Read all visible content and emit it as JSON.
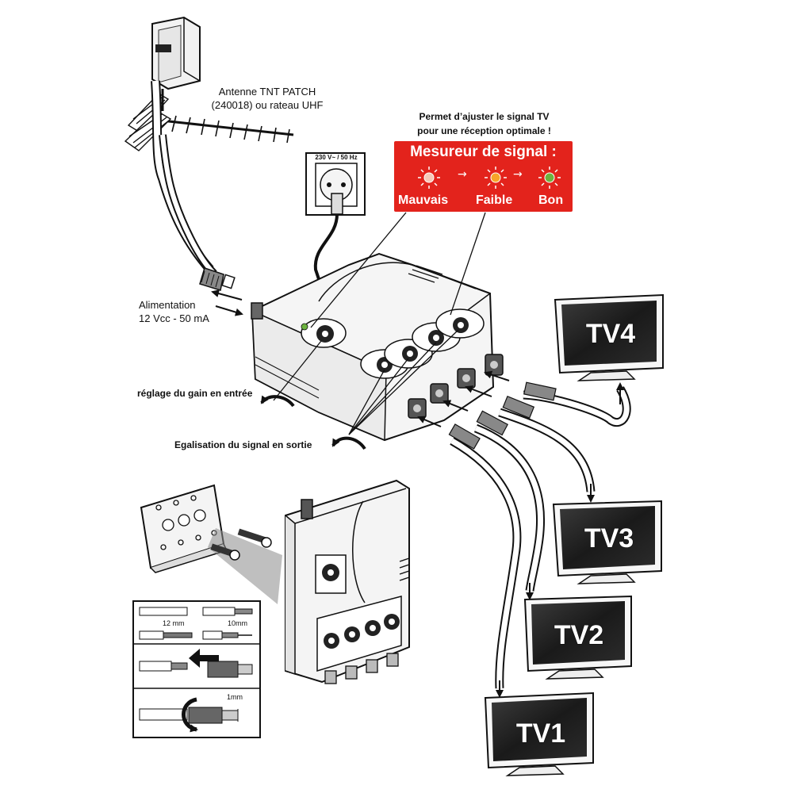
{
  "labels": {
    "antenna_line1": "Antenne TNT PATCH",
    "antenna_line2": "(240018) ou rateau UHF",
    "power_socket": "230 V~ / 50 Hz",
    "alimentation_line1": "Alimentation",
    "alimentation_line2": "12 Vcc - 50 mA",
    "gain": "réglage du gain en entrée",
    "equalisation": "Egalisation du signal en sortie",
    "adjust_line1": "Permet d’ajuster le signal TV",
    "adjust_line2": "pour une réception optimale !"
  },
  "meter": {
    "title": "Mesureur de signal :",
    "states": [
      "Mauvais",
      "Faible",
      "Bon"
    ],
    "arrow": "→",
    "background_color": "#e3231c",
    "led_colors": [
      "#f6c9b8",
      "#f7a428",
      "#6cb33f"
    ]
  },
  "tvs": [
    "TV4",
    "TV3",
    "TV2",
    "TV1"
  ],
  "cable_prep": {
    "measure_1": "12 mm",
    "measure_2": "10mm",
    "measure_3": "1mm"
  },
  "icons": [
    "patch-antenna-icon",
    "yagi-antenna-icon",
    "wall-socket-icon",
    "amplifier-icon",
    "wall-bracket-icon",
    "tv-icon",
    "screw-icon",
    "coax-connector-icon"
  ]
}
